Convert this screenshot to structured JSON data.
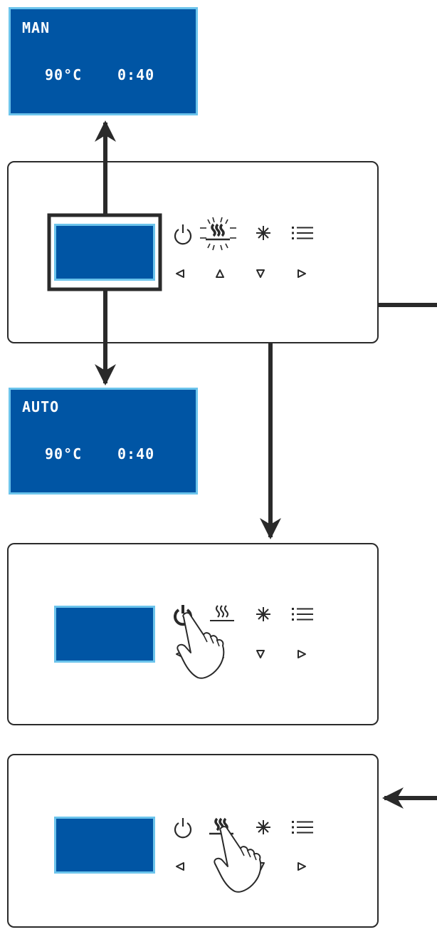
{
  "screens": {
    "manual": {
      "mode": "MAN",
      "temperature": "90°C",
      "time": "0:40"
    },
    "auto": {
      "mode": "AUTO",
      "temperature": "90°C",
      "time": "0:40"
    }
  },
  "icons": {
    "power": "power-icon",
    "heater": "heater-icon",
    "light": "sun-icon",
    "menu": "menu-icon",
    "left": "left-triangle-icon",
    "up": "up-triangle-icon",
    "down": "down-triangle-icon",
    "right": "right-triangle-icon",
    "hand": "pointing-hand-icon"
  },
  "colors": {
    "lcd_fill": "#0055a4",
    "lcd_border": "#6cc4ec",
    "line": "#2a2a2a"
  }
}
